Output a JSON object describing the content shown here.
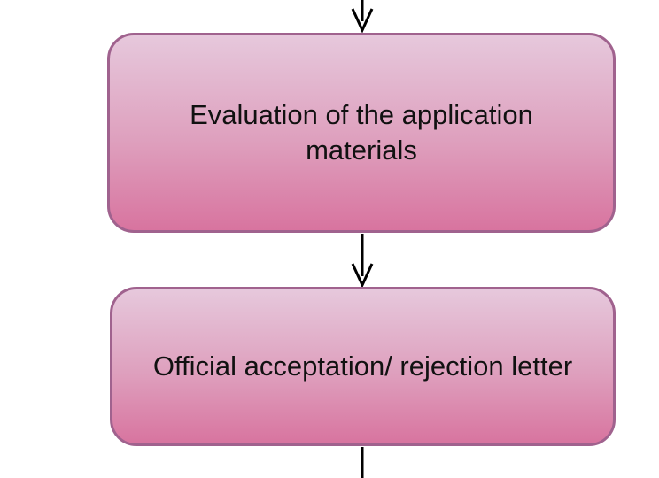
{
  "diagram": {
    "nodes": [
      {
        "id": "evaluation",
        "label": "Evaluation of the application materials"
      },
      {
        "id": "decision-letter",
        "label": "Official acceptation/ rejection letter"
      }
    ],
    "edges": [
      {
        "from": "",
        "to": "evaluation"
      },
      {
        "from": "evaluation",
        "to": "decision-letter"
      },
      {
        "from": "decision-letter",
        "to": ""
      }
    ],
    "colors": {
      "node_fill_top": "#e6c8dc",
      "node_fill_bottom": "#d8749f",
      "node_border": "#a0628e",
      "arrow": "#000000",
      "text": "#111111"
    }
  }
}
